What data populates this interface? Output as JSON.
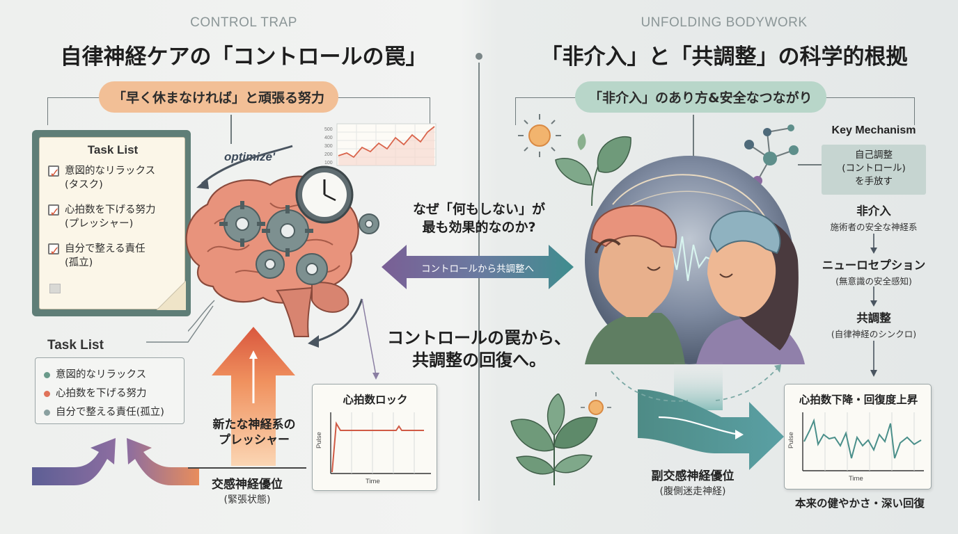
{
  "left": {
    "subtitle_en": "CONTROL TRAP",
    "title": "自律神経ケアの「コントロールの罠」",
    "pill": "「早く休まなければ」と頑張る努力",
    "task_card": {
      "title": "Task List",
      "items": [
        {
          "line1": "意図的なリラックス",
          "line2": "(タスク)"
        },
        {
          "line1": "心拍数を下げる努力",
          "line2": "(プレッシャー)"
        },
        {
          "line1": "自分で整える責任",
          "line2": "(孤立)"
        }
      ]
    },
    "optimize_label": "optimize'",
    "mini_chart_ticks": [
      "500",
      "400",
      "300",
      "200",
      "100"
    ],
    "legend": {
      "title": "Task List",
      "items": [
        {
          "label": "意図的なリラックス",
          "color": "#6a9a8a"
        },
        {
          "label": "心拍数を下げる努力",
          "color": "#e0735a"
        },
        {
          "label": "自分で整える責任(孤立)",
          "color": "#8aa0a0"
        }
      ]
    },
    "pressure_label": {
      "line1": "新たな神経系の",
      "line2": "プレッシャー"
    },
    "sympathetic": {
      "main": "交感神経優位",
      "sub": "(緊張状態)"
    },
    "heart_card": {
      "title": "心拍数ロック",
      "ylabel": "Pulse",
      "xlabel": "Time"
    }
  },
  "center": {
    "question_line1": "なぜ「何もしない」が",
    "question_line2": "最も効果的なのか?",
    "arrow_label": "コントロールから共調整へ",
    "big_line1": "コントロールの罠から、",
    "big_line2": "共調整の回復へ。"
  },
  "right": {
    "subtitle_en": "UNFOLDING BODYWORK",
    "title": "「非介入」と「共調整」の科学的根拠",
    "pill": "「非介入」のあり方&安全なつながり",
    "key_mechanism": {
      "title": "Key Mechanism",
      "box_lines": [
        "自己調整",
        "(コントロール)",
        "を手放す"
      ],
      "steps": [
        {
          "head": "非介入",
          "sub": "施術者の安全な神経系"
        },
        {
          "head": "ニューロセプション",
          "sub": "(無意識の安全感知)"
        },
        {
          "head": "共調整",
          "sub": "(自律神経のシンクロ)"
        }
      ]
    },
    "hrv_card": {
      "title": "心拍数下降・回復度上昇",
      "ylabel": "Pulse",
      "xlabel": "Time"
    },
    "parasympathetic": {
      "main": "副交感神経優位",
      "sub": "(腹側迷走神経)"
    },
    "recovery": "本来の健やかさ・深い回復"
  },
  "colors": {
    "orange": "#e0735a",
    "teal": "#4e8b86",
    "purple": "#7a6a9a",
    "pill_orange": "#f2bf96",
    "pill_green": "#b8d6c9"
  }
}
